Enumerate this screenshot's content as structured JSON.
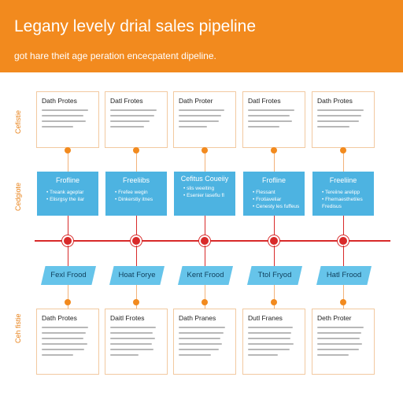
{
  "header": {
    "title": "Legany levely drial sales pipeline",
    "subtitle": "got hare theit age peration encecpatent dipeline."
  },
  "side_labels": [
    "Cefistie",
    "Cedgiote",
    "Ceh fistie"
  ],
  "top_cards": [
    {
      "title": "Dath Protes"
    },
    {
      "title": "Datl Frotes"
    },
    {
      "title": "Dath Proter"
    },
    {
      "title": "Datl Frotes"
    },
    {
      "title": "Dath Protes"
    }
  ],
  "blue_boxes": [
    {
      "title": "Frofline",
      "lines": [
        "• Treank ageplar",
        "• Elisrgsy the ilar"
      ]
    },
    {
      "title": "Freeliibs",
      "lines": [
        "• Frefee wegin",
        "• Dinkerstiy itnes"
      ]
    },
    {
      "title": "Cefitus Coueiiy",
      "lines": [
        "• slis weeiting",
        "• Esenier lasefiu fl"
      ]
    },
    {
      "title": "Frofline",
      "lines": [
        "• Flessant",
        "• Frotiaveliar",
        "• Cenesty les fuffeus"
      ]
    },
    {
      "title": "Freeliine",
      "lines": [
        "• Tereiine arelipp",
        "• Fhemaesthetiles",
        "  Fredisus"
      ]
    }
  ],
  "tags": [
    "Fexl Frood",
    "Hoat Forye",
    "Kent Frood",
    "Ttol Fryod",
    "Hatl Frood"
  ],
  "bottom_cards": [
    {
      "title": "Dath Protes"
    },
    {
      "title": "Daitl Frotes"
    },
    {
      "title": "Dath Pranes"
    },
    {
      "title": "Dutl Franes"
    },
    {
      "title": "Deth Proter"
    }
  ],
  "colors": {
    "header": "#f28a1e",
    "blue": "#4db3e1",
    "tag": "#66c4ea",
    "red": "#d82a2a"
  }
}
